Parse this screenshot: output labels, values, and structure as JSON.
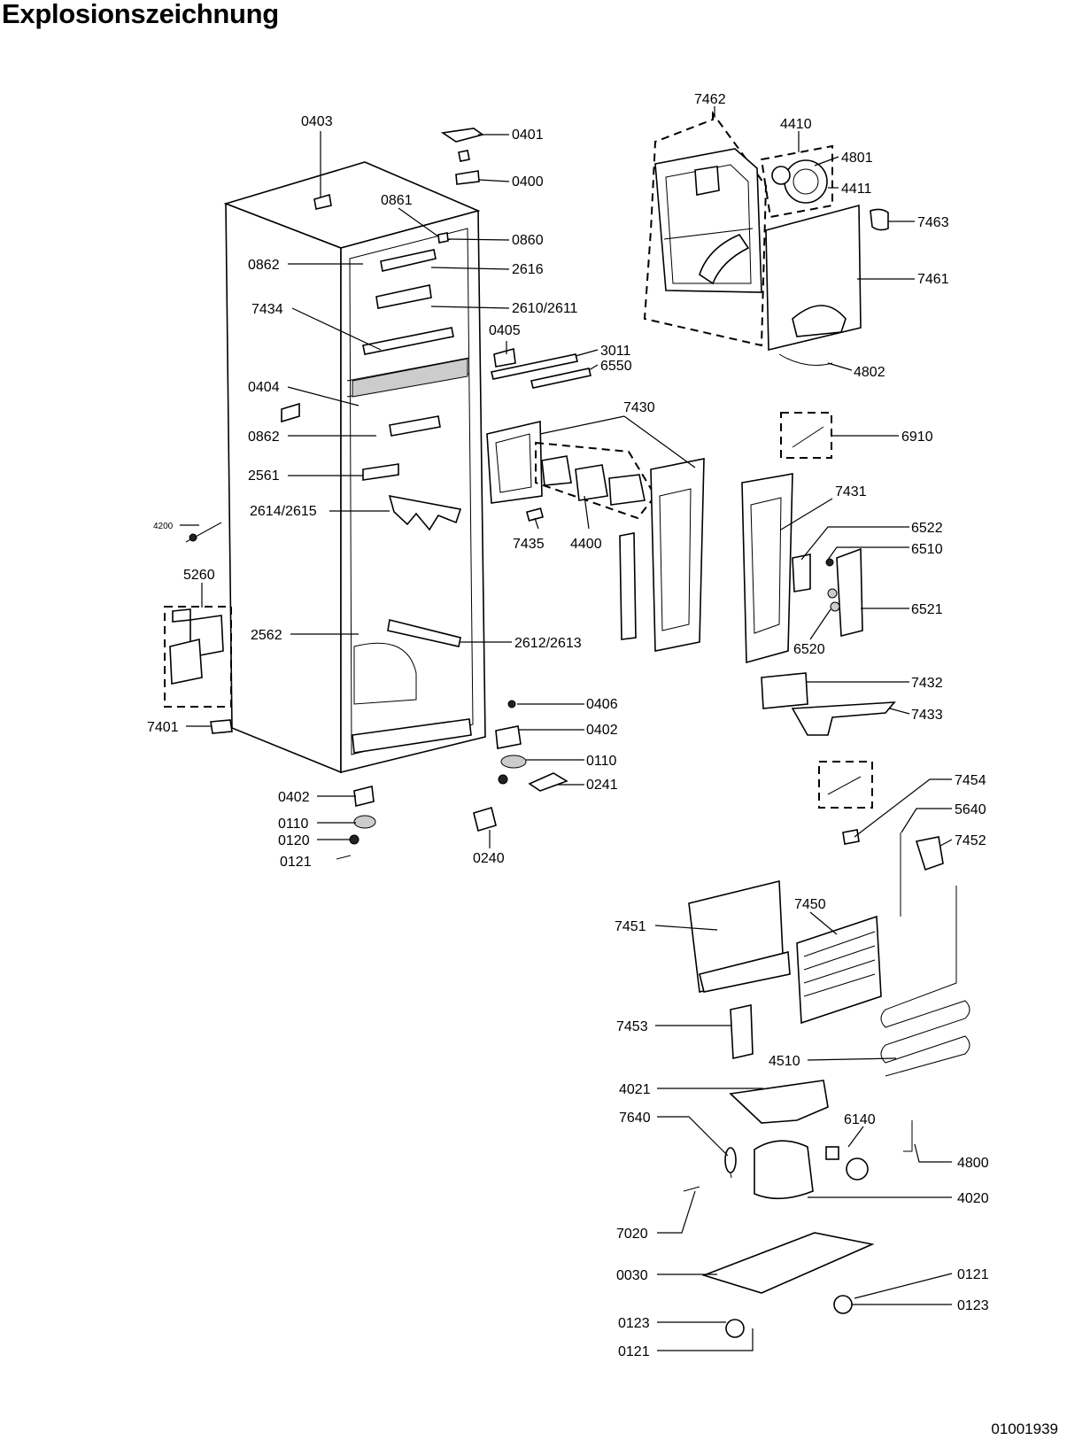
{
  "title": "Explosionszeichnung",
  "drawing_code": "01001939",
  "labels": [
    {
      "id": "0403",
      "text": "0403"
    },
    {
      "id": "0401",
      "text": "0401"
    },
    {
      "id": "0400",
      "text": "0400"
    },
    {
      "id": "0861",
      "text": "0861"
    },
    {
      "id": "0860",
      "text": "0860"
    },
    {
      "id": "0862a",
      "text": "0862"
    },
    {
      "id": "2616",
      "text": "2616"
    },
    {
      "id": "2610",
      "text": "2610/2611"
    },
    {
      "id": "7434",
      "text": "7434"
    },
    {
      "id": "0405",
      "text": "0405"
    },
    {
      "id": "3011",
      "text": "3011"
    },
    {
      "id": "6550",
      "text": "6550"
    },
    {
      "id": "0404",
      "text": "0404"
    },
    {
      "id": "0862b",
      "text": "0862"
    },
    {
      "id": "2561",
      "text": "2561"
    },
    {
      "id": "2614",
      "text": "2614/2615"
    },
    {
      "id": "4200",
      "text": "4200"
    },
    {
      "id": "5260",
      "text": "5260"
    },
    {
      "id": "2562",
      "text": "2562"
    },
    {
      "id": "2612",
      "text": "2612/2613"
    },
    {
      "id": "7401",
      "text": "7401"
    },
    {
      "id": "0406",
      "text": "0406"
    },
    {
      "id": "0402a",
      "text": "0402"
    },
    {
      "id": "0110a",
      "text": "0110"
    },
    {
      "id": "0241",
      "text": "0241"
    },
    {
      "id": "0402b",
      "text": "0402"
    },
    {
      "id": "0110b",
      "text": "0110"
    },
    {
      "id": "0120",
      "text": "0120"
    },
    {
      "id": "0121a",
      "text": "0121"
    },
    {
      "id": "0240",
      "text": "0240"
    },
    {
      "id": "7462",
      "text": "7462"
    },
    {
      "id": "4410",
      "text": "4410"
    },
    {
      "id": "4801",
      "text": "4801"
    },
    {
      "id": "4411",
      "text": "4411"
    },
    {
      "id": "7463",
      "text": "7463"
    },
    {
      "id": "7461",
      "text": "7461"
    },
    {
      "id": "4802",
      "text": "4802"
    },
    {
      "id": "7430",
      "text": "7430"
    },
    {
      "id": "7435",
      "text": "7435"
    },
    {
      "id": "4400",
      "text": "4400"
    },
    {
      "id": "6910",
      "text": "6910"
    },
    {
      "id": "7431",
      "text": "7431"
    },
    {
      "id": "6522",
      "text": "6522"
    },
    {
      "id": "6510",
      "text": "6510"
    },
    {
      "id": "6521",
      "text": "6521"
    },
    {
      "id": "6520",
      "text": "6520"
    },
    {
      "id": "7432",
      "text": "7432"
    },
    {
      "id": "7433",
      "text": "7433"
    },
    {
      "id": "7454",
      "text": "7454"
    },
    {
      "id": "5640",
      "text": "5640"
    },
    {
      "id": "7452",
      "text": "7452"
    },
    {
      "id": "7451",
      "text": "7451"
    },
    {
      "id": "7450",
      "text": "7450"
    },
    {
      "id": "7453",
      "text": "7453"
    },
    {
      "id": "4510",
      "text": "4510"
    },
    {
      "id": "4021",
      "text": "4021"
    },
    {
      "id": "7640",
      "text": "7640"
    },
    {
      "id": "6140",
      "text": "6140"
    },
    {
      "id": "4800",
      "text": "4800"
    },
    {
      "id": "4020",
      "text": "4020"
    },
    {
      "id": "7020",
      "text": "7020"
    },
    {
      "id": "0030",
      "text": "0030"
    },
    {
      "id": "0121b",
      "text": "0121"
    },
    {
      "id": "0123a",
      "text": "0123"
    },
    {
      "id": "0123b",
      "text": "0123"
    },
    {
      "id": "0121c",
      "text": "0121"
    }
  ]
}
